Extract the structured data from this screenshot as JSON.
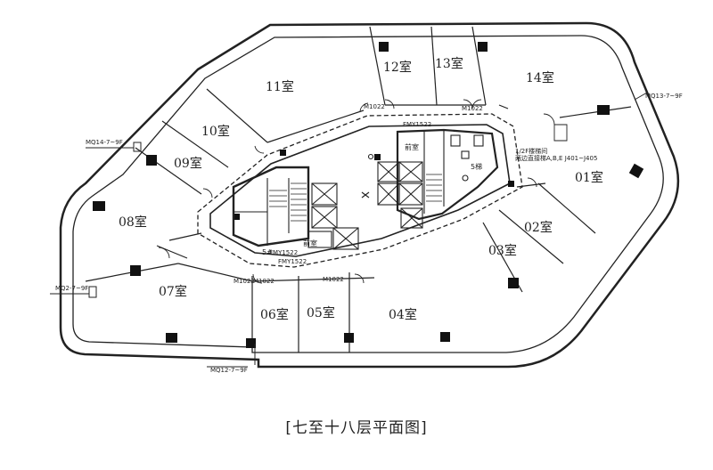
{
  "title": "[七至十八层平面图]",
  "rooms": [
    {
      "id": "r01",
      "label": "01室"
    },
    {
      "id": "r02",
      "label": "02室"
    },
    {
      "id": "r03",
      "label": "03室"
    },
    {
      "id": "r04",
      "label": "04室"
    },
    {
      "id": "r05",
      "label": "05室"
    },
    {
      "id": "r06",
      "label": "06室"
    },
    {
      "id": "r07",
      "label": "07室"
    },
    {
      "id": "r08",
      "label": "08室"
    },
    {
      "id": "r09",
      "label": "09室"
    },
    {
      "id": "r10",
      "label": "10室"
    },
    {
      "id": "r11",
      "label": "11室"
    },
    {
      "id": "r12",
      "label": "12室"
    },
    {
      "id": "r13",
      "label": "13室"
    },
    {
      "id": "r14",
      "label": "14室"
    }
  ],
  "markers": {
    "mq13": "MQ13-7~9F",
    "mq14": "MQ14-7~9F",
    "mq2": "MQ2-7~9F",
    "mq12": "MQ12-7~9F",
    "fmy_top": "FMY1522",
    "fmy_bottom": "FMY1522",
    "fmy_left": "FMY1522",
    "m1022": "M1022",
    "foyer": "前室",
    "foyer2": "前室",
    "stair5": "5#",
    "stair5b": "5梯",
    "note": "1/2F楼梯间",
    "note2": "两边直接梯A,B,E J401~J405"
  }
}
